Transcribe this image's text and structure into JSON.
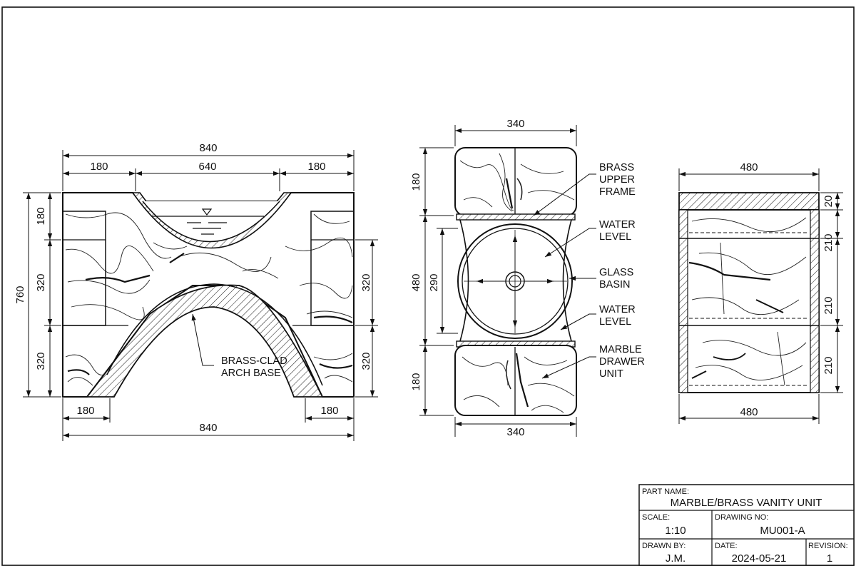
{
  "front_view": {
    "dims": {
      "overall_width_top": "840",
      "left_band": "180",
      "center_span": "640",
      "right_band": "180",
      "height_top": "180",
      "height_mid": "320",
      "height_bottom": "320",
      "overall_height": "760",
      "right_mid": "320",
      "right_bottom": "320",
      "foot_left": "180",
      "foot_right": "180",
      "overall_width_bottom": "840"
    },
    "callouts": {
      "arch_line1": "BRASS-CLAD",
      "arch_line2": "ARCH BASE"
    }
  },
  "section_view": {
    "dims": {
      "width_top": "340",
      "height_top": "180",
      "height_mid": "480",
      "basin_dia": "290",
      "height_bottom": "180",
      "width_bottom": "340"
    },
    "callouts": {
      "frame_l1": "BRASS",
      "frame_l2": "UPPER",
      "frame_l3": "FRAME",
      "water1_l1": "WATER",
      "water1_l2": "LEVEL",
      "basin_l1": "GLASS",
      "basin_l2": "BASIN",
      "water2_l1": "WATER",
      "water2_l2": "LEVEL",
      "drawer_l1": "MARBLE",
      "drawer_l2": "DRAWER",
      "drawer_l3": "UNIT"
    }
  },
  "side_view": {
    "dims": {
      "width_top": "480",
      "top_thk": "20",
      "drawer1": "210",
      "drawer2": "210",
      "drawer3": "210",
      "width_bottom": "480"
    }
  },
  "title_block": {
    "part_name_label": "PART NAME:",
    "part_name": "MARBLE/BRASS VANITY UNIT",
    "scale_label": "SCALE:",
    "scale": "1:10",
    "drawing_no_label": "DRAWING NO:",
    "drawing_no": "MU001-A",
    "drawn_by_label": "DRAWN BY:",
    "drawn_by": "J.M.",
    "date_label": "DATE:",
    "date": "2024-05-21",
    "revision_label": "REVISION:",
    "revision": "1"
  }
}
